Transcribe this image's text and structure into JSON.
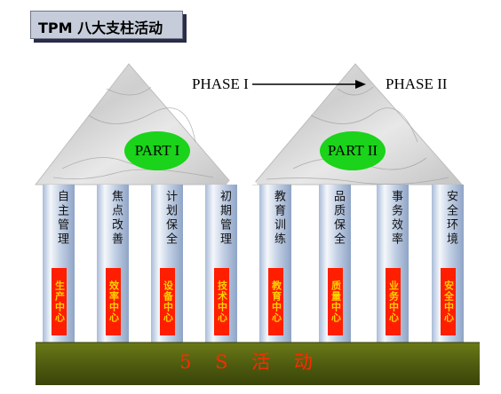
{
  "title": "TPM 八大支柱活动",
  "phases": {
    "left": "PHASE I",
    "right": "PHASE II"
  },
  "parts": [
    "PART I",
    "PART II"
  ],
  "pillars": [
    {
      "label": "自主管理",
      "center": "生产中心"
    },
    {
      "label": "焦点改善",
      "center": "效率中心"
    },
    {
      "label": "计划保全",
      "center": "设备中心"
    },
    {
      "label": "初期管理",
      "center": "技术中心"
    },
    {
      "label": "教育训练",
      "center": "教育中心"
    },
    {
      "label": "品质保全",
      "center": "质量中心"
    },
    {
      "label": "事务效率",
      "center": "业务中心"
    },
    {
      "label": "安全环境",
      "center": "安全中心"
    }
  ],
  "foundation": "5 S 活 动",
  "colors": {
    "part_oval": "#1ad31a",
    "badge": "#ff1e00",
    "badge_text": "#ffd000",
    "foundation": "#5a6a12",
    "foundation_text": "#ff2a00"
  }
}
